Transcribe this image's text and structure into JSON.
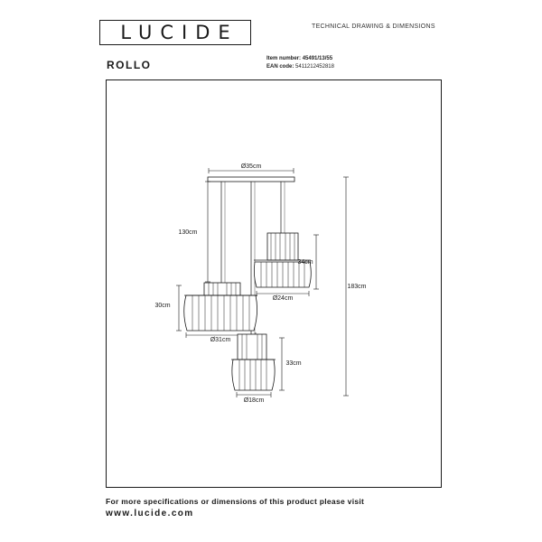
{
  "brand": {
    "logo_text": "LUCIDE"
  },
  "header": {
    "doc_type": "TECHNICAL DRAWING & DIMENSIONS",
    "product_name": "ROLLO",
    "item_number_label": "Item number:",
    "item_number_value": "45491/13/55",
    "ean_label": "EAN code:",
    "ean_value": "5411212452818"
  },
  "drawing": {
    "dimensions": {
      "canopy_diameter": "Ø35cm",
      "cable_length": "130cm",
      "total_height": "183cm",
      "large_shade_height": "30cm",
      "large_shade_diameter": "Ø31cm",
      "medium_shade_height": "34cm",
      "medium_shade_diameter": "Ø24cm",
      "small_shade_height": "33cm",
      "small_shade_diameter": "Ø18cm"
    }
  },
  "footer": {
    "text": "For more specifications or dimensions of this product please visit",
    "url": "www.lucide.com"
  }
}
